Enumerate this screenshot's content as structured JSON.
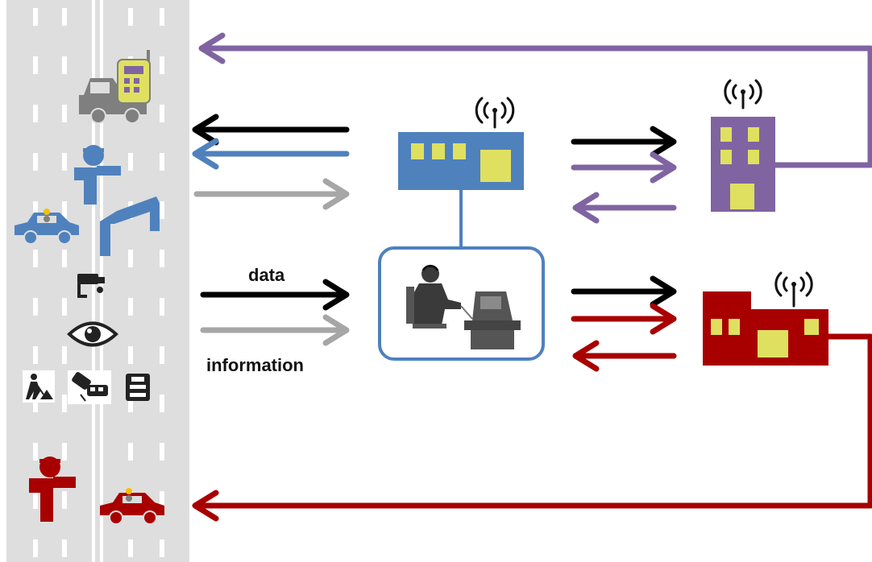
{
  "labels": {
    "data": "data",
    "information": "information"
  },
  "icons": [
    "road",
    "service-vehicle-with-phone-icon",
    "traffic-officer-icon",
    "police-car-icon",
    "road-barrier-icon",
    "cctv-camera-icon",
    "eye-icon",
    "road-works-icon",
    "accident-icon",
    "traffic-jam-icon",
    "emergency-officer-icon",
    "emergency-vehicle-icon",
    "antenna-icon",
    "traffic-control-center-icon",
    "operator-workstation-icon",
    "service-building-icon",
    "emergency-building-icon",
    "arrow-icon"
  ],
  "colors": {
    "road": "#dedede",
    "lane_marking": "#ffffff",
    "purple": "#8064a2",
    "blue": "#4f81bd",
    "dark_red": "#a80000",
    "black": "#000000",
    "gray_arrow": "#a6a6a6",
    "vehicle_gray": "#7f7f7f",
    "window_yellow": "#e0e060",
    "operator_box_bg": "#eef3fa",
    "dark_icon": "#222222"
  }
}
